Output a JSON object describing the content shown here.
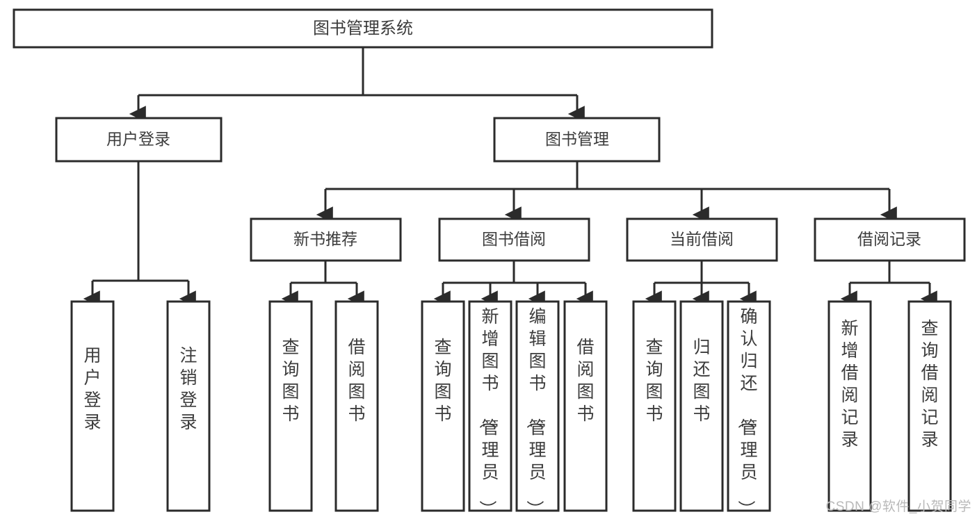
{
  "diagram": {
    "type": "tree",
    "title": "图书管理系统",
    "watermark": "CSDN @软件_小贺同学",
    "colors": {
      "stroke": "#2b2b2b",
      "fill": "#ffffff",
      "text": "#3c3c3c",
      "watermark": "#b9b9b9"
    },
    "root": {
      "label": "图书管理系统"
    },
    "level1": [
      {
        "label": "用户登录"
      },
      {
        "label": "图书管理"
      }
    ],
    "level2": [
      {
        "label": "新书推荐"
      },
      {
        "label": "图书借阅"
      },
      {
        "label": "当前借阅"
      },
      {
        "label": "借阅记录"
      }
    ],
    "leaves": {
      "user_login": [
        {
          "label": "用户登录"
        },
        {
          "label": "注销登录"
        }
      ],
      "new_book_recommend": [
        {
          "label": "查询图书"
        },
        {
          "label": "借阅图书"
        }
      ],
      "book_borrow": [
        {
          "label": "查询图书"
        },
        {
          "label": "新增图书（管理员）"
        },
        {
          "label": "编辑图书（管理员）"
        },
        {
          "label": "借阅图书"
        }
      ],
      "current_borrow": [
        {
          "label": "查询图书"
        },
        {
          "label": "归还图书"
        },
        {
          "label": "确认归还（管理员）"
        }
      ],
      "borrow_record": [
        {
          "label": "新增借阅记录"
        },
        {
          "label": "查询借阅记录"
        }
      ]
    }
  }
}
